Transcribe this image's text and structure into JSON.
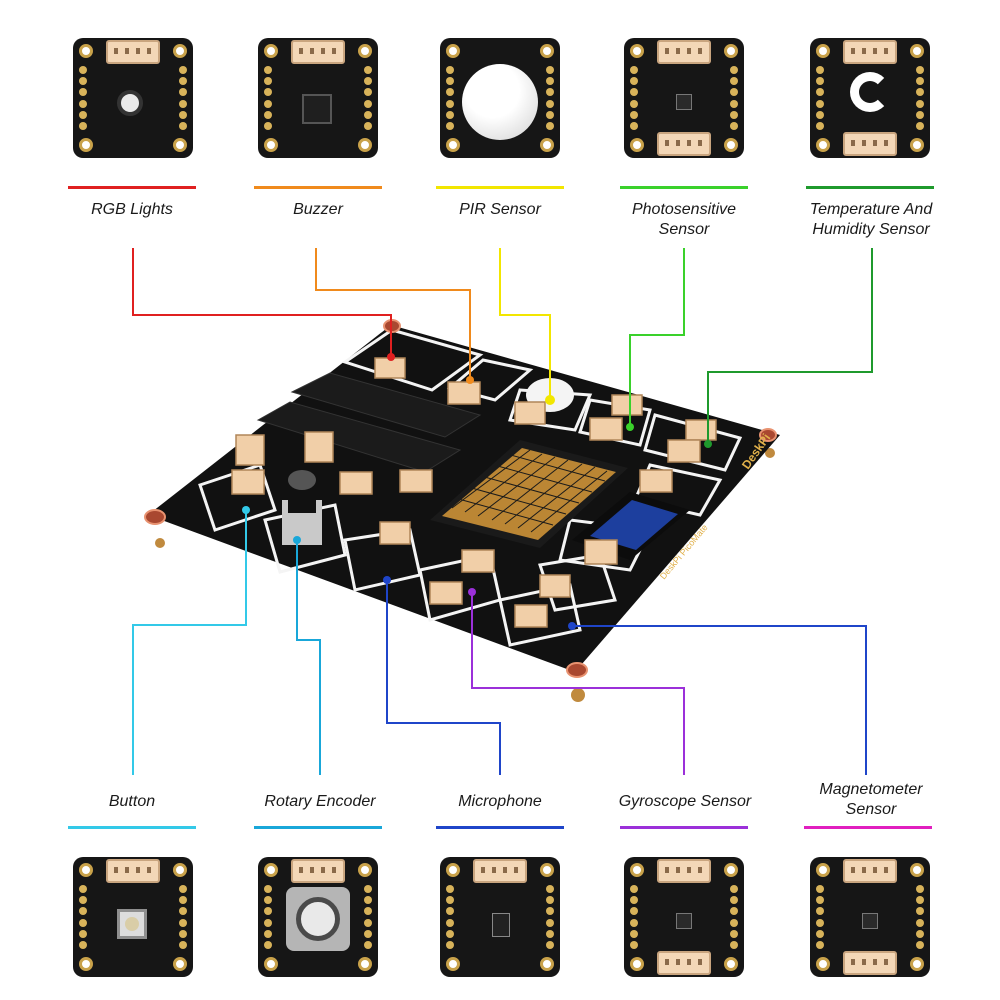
{
  "colors": {
    "rgb_lights": "#e02020",
    "buzzer": "#f08a1c",
    "pir_sensor": "#f2e600",
    "photosensitive_sensor": "#3ad12b",
    "temperature_humidity_sensor": "#1f9a2d",
    "button": "#33c9e8",
    "rotary_encoder": "#19a7d9",
    "microphone": "#1f45c9",
    "gyroscope_sensor": "#9b30d9",
    "magnetometer_sensor": "#e11fbf"
  },
  "top_modules": [
    {
      "key": "rgb_lights",
      "label": "RGB Lights",
      "icon": "rgb-led-icon"
    },
    {
      "key": "buzzer",
      "label": "Buzzer",
      "icon": "buzzer-icon"
    },
    {
      "key": "pir_sensor",
      "label": "PIR Sensor",
      "icon": "pir-lens-icon"
    },
    {
      "key": "photosensitive_sensor",
      "label": "Photosensitive Sensor",
      "icon": "light-sensor-icon"
    },
    {
      "key": "temperature_humidity_sensor",
      "label": "Temperature And Humidity Sensor",
      "icon": "thermometer-icon"
    }
  ],
  "bottom_modules": [
    {
      "key": "button",
      "label": "Button",
      "icon": "push-button-icon"
    },
    {
      "key": "rotary_encoder",
      "label": "Rotary Encoder",
      "icon": "encoder-knob-icon"
    },
    {
      "key": "microphone",
      "label": "Microphone",
      "icon": "microphone-icon"
    },
    {
      "key": "gyroscope_sensor",
      "label": "Gyroscope Sensor",
      "icon": "gyroscope-icon"
    },
    {
      "key": "magnetometer_sensor",
      "label": "Magnetometer Sensor",
      "icon": "magnet-icon"
    }
  ],
  "labels": {
    "rgb": "RGB Lights",
    "buzzer": "Buzzer",
    "pir": "PIR Sensor",
    "photo_line1": "Photosensitive",
    "photo_line2": "Sensor",
    "temp_line1": "Temperature And",
    "temp_line2": "Humidity Sensor",
    "button": "Button",
    "encoder": "Rotary Encoder",
    "mic": "Microphone",
    "gyro": "Gyroscope Sensor",
    "mag_line1": "Magnetometer",
    "mag_line2": "Sensor"
  },
  "board": {
    "brand_text": "DeskPi",
    "model_text": "DeskPi PicoMate"
  }
}
